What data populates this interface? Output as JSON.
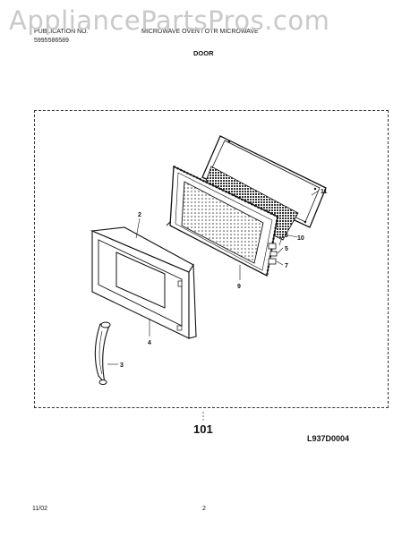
{
  "watermark": {
    "text": "AppliancePartsPros.com"
  },
  "header": {
    "left_line1": "PUBLICATION NO.",
    "left_line2": "5995586589",
    "center": "MICROWAVE OVEN / OTR MICROWAVE"
  },
  "section_title": "DOOR",
  "callouts": [
    {
      "id": "2",
      "label": "2"
    },
    {
      "id": "3",
      "label": "3"
    },
    {
      "id": "4",
      "label": "4"
    },
    {
      "id": "5",
      "label": "5"
    },
    {
      "id": "6",
      "label": "6"
    },
    {
      "id": "7",
      "label": "7"
    },
    {
      "id": "9",
      "label": "9"
    },
    {
      "id": "10",
      "label": "10"
    },
    {
      "id": "11",
      "label": "11"
    }
  ],
  "assembly_number": "101",
  "diagram_code": "L937D0004",
  "footer": {
    "date": "11/02",
    "page": "2"
  }
}
